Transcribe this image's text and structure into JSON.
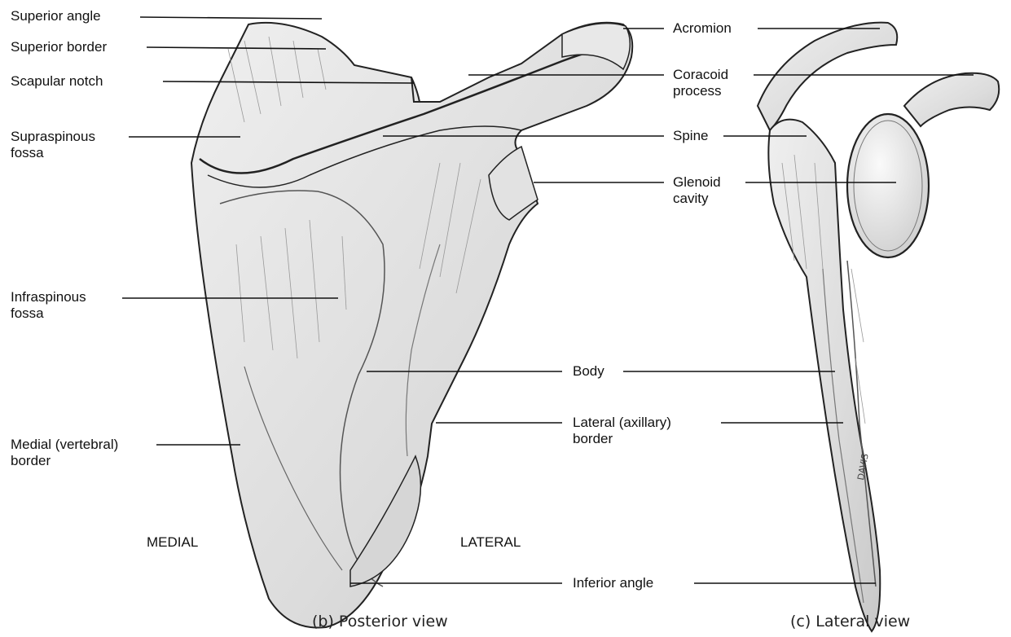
{
  "labels_left": {
    "superior_angle": "Superior angle",
    "superior_border": "Superior border",
    "scapular_notch": "Scapular notch",
    "supraspinous_1": "Supraspinous",
    "supraspinous_2": "fossa",
    "infraspinous_1": "Infraspinous",
    "infraspinous_2": "fossa",
    "medial_border_1": "Medial (vertebral)",
    "medial_border_2": "border"
  },
  "labels_center": {
    "acromion": "Acromion",
    "coracoid_1": "Coracoid",
    "coracoid_2": "process",
    "spine": "Spine",
    "glenoid_1": "Glenoid",
    "glenoid_2": "cavity",
    "body": "Body",
    "lateral_border_1": "Lateral (axillary)",
    "lateral_border_2": "border",
    "inferior_angle": "Inferior angle"
  },
  "sides": {
    "medial": "MEDIAL",
    "lateral": "LATERAL"
  },
  "captions": {
    "posterior": "(b) Posterior view",
    "lateral": "(c) Lateral view"
  },
  "signature": "DAVIS"
}
